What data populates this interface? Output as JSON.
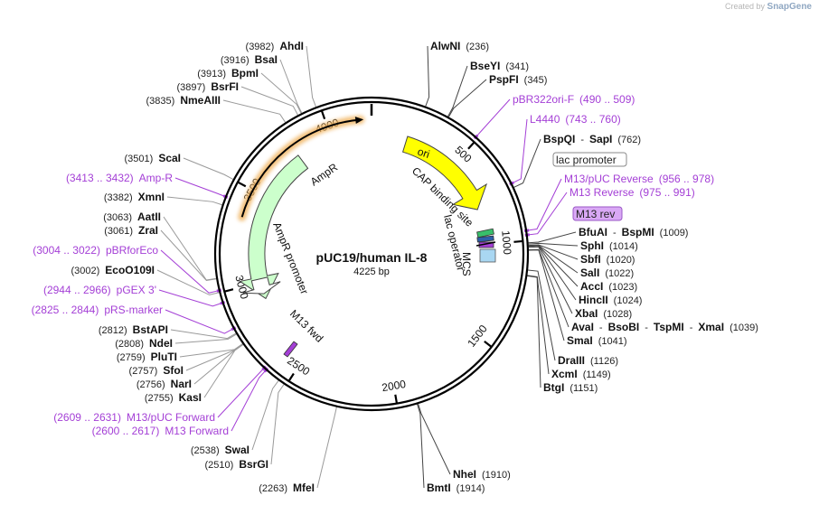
{
  "watermark": {
    "prefix": "Created by",
    "brand": "SnapGene"
  },
  "plasmid": {
    "name": "pUC19/human IL-8",
    "length_label": "4225 bp"
  },
  "ticks": [
    {
      "pos": 500,
      "label": "500"
    },
    {
      "pos": 1000,
      "label": "1000"
    },
    {
      "pos": 1500,
      "label": "1500"
    },
    {
      "pos": 2000,
      "label": "2000"
    },
    {
      "pos": 2500,
      "label": "2500"
    },
    {
      "pos": 3000,
      "label": "3000"
    },
    {
      "pos": 3500,
      "label": "3500"
    },
    {
      "pos": 4000,
      "label": "4000"
    }
  ],
  "features": [
    {
      "name": "ori",
      "color": "#ffff00"
    },
    {
      "name": "AmpR",
      "color": "#ccffcc"
    },
    {
      "name": "AmpR promoter",
      "color": "#ffffff"
    },
    {
      "name": "CAP binding site",
      "color": "#39bf6b"
    },
    {
      "name": "lac operator",
      "color": "#2e5fa8"
    },
    {
      "name": "MCS",
      "color": "#a9d7f2"
    },
    {
      "name": "M13 fwd",
      "color": "#a43fd6"
    },
    {
      "name": "lac promoter",
      "color": "#ffffff"
    },
    {
      "name": "M13 rev",
      "color": "#d9a8f5"
    }
  ],
  "right_labels": [
    {
      "id": "alwni",
      "parts": [
        {
          "t": "AlwNI",
          "s": "b"
        },
        {
          "t": "(236)",
          "s": "n"
        }
      ]
    },
    {
      "id": "bseyi",
      "parts": [
        {
          "t": "BseYI",
          "s": "b"
        },
        {
          "t": "(341)",
          "s": "n"
        }
      ]
    },
    {
      "id": "pspfi",
      "parts": [
        {
          "t": "PspFI",
          "s": "b"
        },
        {
          "t": "(345)",
          "s": "n"
        }
      ]
    },
    {
      "id": "pbr322ori",
      "parts": [
        {
          "t": "pBR322ori-F",
          "s": "p"
        },
        {
          "t": "(490 .. 509)",
          "s": "p"
        }
      ]
    },
    {
      "id": "l4440",
      "parts": [
        {
          "t": "L4440",
          "s": "p"
        },
        {
          "t": "(743 .. 760)",
          "s": "p"
        }
      ]
    },
    {
      "id": "bspqi",
      "parts": [
        {
          "t": "BspQI",
          "s": "b"
        },
        {
          "t": "-",
          "s": "n"
        },
        {
          "t": "SapI",
          "s": "b"
        },
        {
          "t": "(762)",
          "s": "n"
        }
      ]
    },
    {
      "id": "m13puc-rev",
      "parts": [
        {
          "t": "M13/pUC Reverse",
          "s": "p"
        },
        {
          "t": "(956 .. 978)",
          "s": "p"
        }
      ]
    },
    {
      "id": "m13reverse",
      "parts": [
        {
          "t": "M13 Reverse",
          "s": "p"
        },
        {
          "t": "(975 .. 991)",
          "s": "p"
        }
      ]
    },
    {
      "id": "bfuai",
      "parts": [
        {
          "t": "BfuAI",
          "s": "b"
        },
        {
          "t": "-",
          "s": "n"
        },
        {
          "t": "BspMI",
          "s": "b"
        },
        {
          "t": "(1009)",
          "s": "n"
        }
      ]
    },
    {
      "id": "sphi",
      "parts": [
        {
          "t": "SphI",
          "s": "b"
        },
        {
          "t": "(1014)",
          "s": "n"
        }
      ]
    },
    {
      "id": "sbfi",
      "parts": [
        {
          "t": "SbfI",
          "s": "b"
        },
        {
          "t": "(1020)",
          "s": "n"
        }
      ]
    },
    {
      "id": "sali",
      "parts": [
        {
          "t": "SalI",
          "s": "b"
        },
        {
          "t": "(1022)",
          "s": "n"
        }
      ]
    },
    {
      "id": "acci",
      "parts": [
        {
          "t": "AccI",
          "s": "b"
        },
        {
          "t": "(1023)",
          "s": "n"
        }
      ]
    },
    {
      "id": "hincii",
      "parts": [
        {
          "t": "HincII",
          "s": "b"
        },
        {
          "t": "(1024)",
          "s": "n"
        }
      ]
    },
    {
      "id": "xbai",
      "parts": [
        {
          "t": "XbaI",
          "s": "b"
        },
        {
          "t": "(1028)",
          "s": "n"
        }
      ]
    },
    {
      "id": "avai",
      "parts": [
        {
          "t": "AvaI",
          "s": "b"
        },
        {
          "t": "-",
          "s": "n"
        },
        {
          "t": "BsoBI",
          "s": "b"
        },
        {
          "t": "-",
          "s": "n"
        },
        {
          "t": "TspMI",
          "s": "b"
        },
        {
          "t": "-",
          "s": "n"
        },
        {
          "t": "XmaI",
          "s": "b"
        },
        {
          "t": "(1039)",
          "s": "n"
        }
      ]
    },
    {
      "id": "smai",
      "parts": [
        {
          "t": "SmaI",
          "s": "b"
        },
        {
          "t": "(1041)",
          "s": "n"
        }
      ]
    },
    {
      "id": "draiii",
      "parts": [
        {
          "t": "DraIII",
          "s": "b"
        },
        {
          "t": "(1126)",
          "s": "n"
        }
      ]
    },
    {
      "id": "xcmi",
      "parts": [
        {
          "t": "XcmI",
          "s": "b"
        },
        {
          "t": "(1149)",
          "s": "n"
        }
      ]
    },
    {
      "id": "btgi",
      "parts": [
        {
          "t": "BtgI",
          "s": "b"
        },
        {
          "t": "(1151)",
          "s": "n"
        }
      ]
    },
    {
      "id": "nhei",
      "parts": [
        {
          "t": "NheI",
          "s": "b"
        },
        {
          "t": "(1910)",
          "s": "n"
        }
      ]
    },
    {
      "id": "bmti",
      "parts": [
        {
          "t": "BmtI",
          "s": "b"
        },
        {
          "t": "(1914)",
          "s": "n"
        }
      ]
    }
  ],
  "left_labels": [
    {
      "id": "ahdi",
      "parts": [
        {
          "t": "(3982)",
          "s": "n"
        },
        {
          "t": "AhdI",
          "s": "b"
        }
      ]
    },
    {
      "id": "bsai",
      "parts": [
        {
          "t": "(3916)",
          "s": "n"
        },
        {
          "t": "BsaI",
          "s": "b"
        }
      ]
    },
    {
      "id": "bpmi",
      "parts": [
        {
          "t": "(3913)",
          "s": "n"
        },
        {
          "t": "BpmI",
          "s": "b"
        }
      ]
    },
    {
      "id": "bsrfi",
      "parts": [
        {
          "t": "(3897)",
          "s": "n"
        },
        {
          "t": "BsrFI",
          "s": "b"
        }
      ]
    },
    {
      "id": "nmeaiii",
      "parts": [
        {
          "t": "(3835)",
          "s": "n"
        },
        {
          "t": "NmeAIII",
          "s": "b"
        }
      ]
    },
    {
      "id": "scai",
      "parts": [
        {
          "t": "(3501)",
          "s": "n"
        },
        {
          "t": "ScaI",
          "s": "b"
        }
      ]
    },
    {
      "id": "ampr-primer",
      "parts": [
        {
          "t": "(3413 .. 3432)",
          "s": "p"
        },
        {
          "t": "Amp-R",
          "s": "p"
        }
      ]
    },
    {
      "id": "xmni",
      "parts": [
        {
          "t": "(3382)",
          "s": "n"
        },
        {
          "t": "XmnI",
          "s": "b"
        }
      ]
    },
    {
      "id": "aatii",
      "parts": [
        {
          "t": "(3063)",
          "s": "n"
        },
        {
          "t": "AatII",
          "s": "b"
        }
      ]
    },
    {
      "id": "zrai",
      "parts": [
        {
          "t": "(3061)",
          "s": "n"
        },
        {
          "t": "ZraI",
          "s": "b"
        }
      ]
    },
    {
      "id": "pbrforeco",
      "parts": [
        {
          "t": "(3004 .. 3022)",
          "s": "p"
        },
        {
          "t": "pBRforEco",
          "s": "p"
        }
      ]
    },
    {
      "id": "eco0109i",
      "parts": [
        {
          "t": "(3002)",
          "s": "n"
        },
        {
          "t": "EcoO109I",
          "s": "b"
        }
      ]
    },
    {
      "id": "pgex3",
      "parts": [
        {
          "t": "(2944 .. 2966)",
          "s": "p"
        },
        {
          "t": "pGEX 3'",
          "s": "p"
        }
      ]
    },
    {
      "id": "prs-marker",
      "parts": [
        {
          "t": "(2825 .. 2844)",
          "s": "p"
        },
        {
          "t": "pRS-marker",
          "s": "p"
        }
      ]
    },
    {
      "id": "bstapi",
      "parts": [
        {
          "t": "(2812)",
          "s": "n"
        },
        {
          "t": "BstAPI",
          "s": "b"
        }
      ]
    },
    {
      "id": "ndei",
      "parts": [
        {
          "t": "(2808)",
          "s": "n"
        },
        {
          "t": "NdeI",
          "s": "b"
        }
      ]
    },
    {
      "id": "pluti",
      "parts": [
        {
          "t": "(2759)",
          "s": "n"
        },
        {
          "t": "PluTI",
          "s": "b"
        }
      ]
    },
    {
      "id": "sfoi",
      "parts": [
        {
          "t": "(2757)",
          "s": "n"
        },
        {
          "t": "SfoI",
          "s": "b"
        }
      ]
    },
    {
      "id": "nari",
      "parts": [
        {
          "t": "(2756)",
          "s": "n"
        },
        {
          "t": "NarI",
          "s": "b"
        }
      ]
    },
    {
      "id": "kasi",
      "parts": [
        {
          "t": "(2755)",
          "s": "n"
        },
        {
          "t": "KasI",
          "s": "b"
        }
      ]
    },
    {
      "id": "m13puc-fwd",
      "parts": [
        {
          "t": "(2609 .. 2631)",
          "s": "p"
        },
        {
          "t": "M13/pUC Forward",
          "s": "p"
        }
      ]
    },
    {
      "id": "m13forward",
      "parts": [
        {
          "t": "(2600 .. 2617)",
          "s": "p"
        },
        {
          "t": "M13 Forward",
          "s": "p"
        }
      ]
    },
    {
      "id": "swai",
      "parts": [
        {
          "t": "(2538)",
          "s": "n"
        },
        {
          "t": "SwaI",
          "s": "b"
        }
      ]
    },
    {
      "id": "bsrgi",
      "parts": [
        {
          "t": "(2510)",
          "s": "n"
        },
        {
          "t": "BsrGI",
          "s": "b"
        }
      ]
    },
    {
      "id": "mfei",
      "parts": [
        {
          "t": "(2263)",
          "s": "n"
        },
        {
          "t": "MfeI",
          "s": "b"
        }
      ]
    }
  ]
}
